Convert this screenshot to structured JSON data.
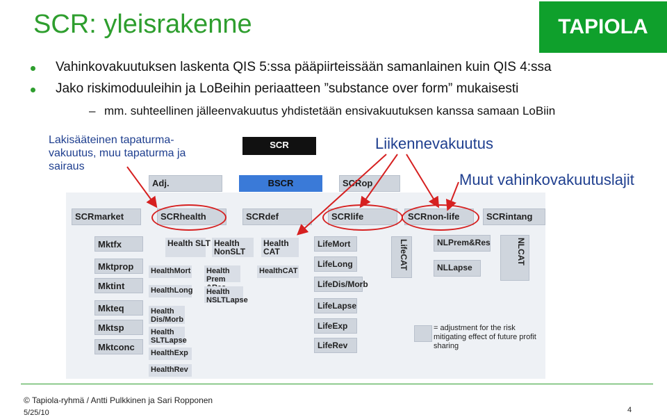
{
  "title": "SCR: yleisrakenne",
  "logo": "TAPIOLA",
  "bullets": [
    "Vahinkovakuutuksen laskenta QIS 5:ssa pääpiirteissään samanlainen kuin QIS 4:ssa",
    "Jako riskimoduuleihin ja LoBeihin periaatteen ”substance over form” mukaisesti"
  ],
  "subbullet_dash": "–",
  "subbullet": "mm. suhteellinen jälleenvakuutus yhdistetään ensivakuutuksen kanssa samaan LoBiin",
  "annotations": {
    "left": "Lakisääteinen tapaturma-vakuutus, muu tapaturma ja sairaus",
    "traffic": "Liikennevakuutus",
    "other": "Muut vahinkovakuutuslajit"
  },
  "diagram": {
    "top": "SCR",
    "row2": [
      "Adj.",
      "BSCR",
      "SCRop"
    ],
    "modules": [
      "SCRmarket",
      "SCRhealth",
      "SCRdef",
      "SCRlife",
      "SCRnon-life",
      "SCRintang"
    ],
    "market": [
      "Mktfx",
      "Mktprop",
      "Mktint",
      "Mkteq",
      "Mktsp",
      "Mktconc"
    ],
    "health_slt": [
      "Health SLT",
      "HealthMort",
      "HealthLong",
      "Health Dis/Morb",
      "Health SLTLapse",
      "HealthExp",
      "HealthRev"
    ],
    "health_nonslt": [
      "Health NonSLT",
      "Health Prem &Res",
      "Health NSLTLapse"
    ],
    "health_cat": [
      "Health CAT",
      "HealthCAT"
    ],
    "life": [
      "LifeMort",
      "LifeLong",
      "LifeDis/Morb",
      "LifeLapse",
      "LifeExp",
      "LifeRev"
    ],
    "life_cat": "LifeCAT",
    "nonlife": [
      "NLPrem&Res",
      "NLLapse"
    ],
    "nl_cat": "NLCAT",
    "legend": "= adjustment for the risk mitigating effect of future profit sharing"
  },
  "footer": {
    "copyright": "© Tapiola-ryhmä / Antti Pulkkinen ja Sari Ropponen",
    "date": "5/25/10",
    "page": "4"
  },
  "colors": {
    "title": "#2e9e2e",
    "logo": "#0fa02c",
    "annotation": "#1f3f8f",
    "oval": "#d62020",
    "bscr": "#3a7ad8"
  }
}
